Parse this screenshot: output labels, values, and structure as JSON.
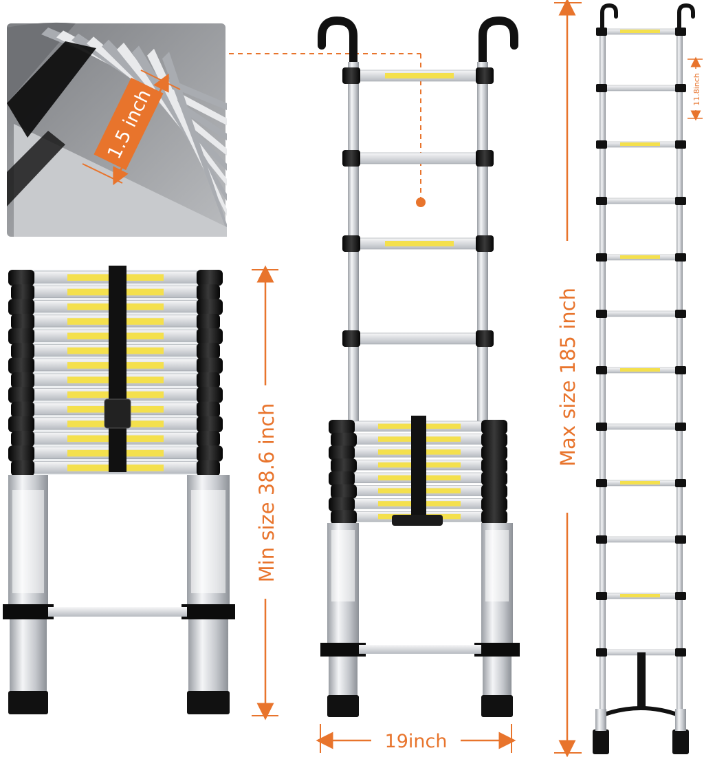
{
  "colors": {
    "accent": "#e8742c",
    "rail": "#c9ccd1",
    "cuff": "#111111",
    "label_yellow": "#f4e04d",
    "background": "#ffffff"
  },
  "dimensions": {
    "rung_width": "1.5 inch",
    "min_size": "Min size 38.6 inch",
    "max_size": "Max size 185 inch",
    "ladder_width": "19inch",
    "rung_spacing": "11.8inch"
  },
  "ladders": {
    "collapsed_rungs": 14,
    "partial_extended_rungs": 4,
    "partial_stack_rungs": 8,
    "full_rungs": 12
  },
  "icons": {
    "hook": "ladder-hook-icon",
    "arrow": "dimension-arrow-icon"
  }
}
